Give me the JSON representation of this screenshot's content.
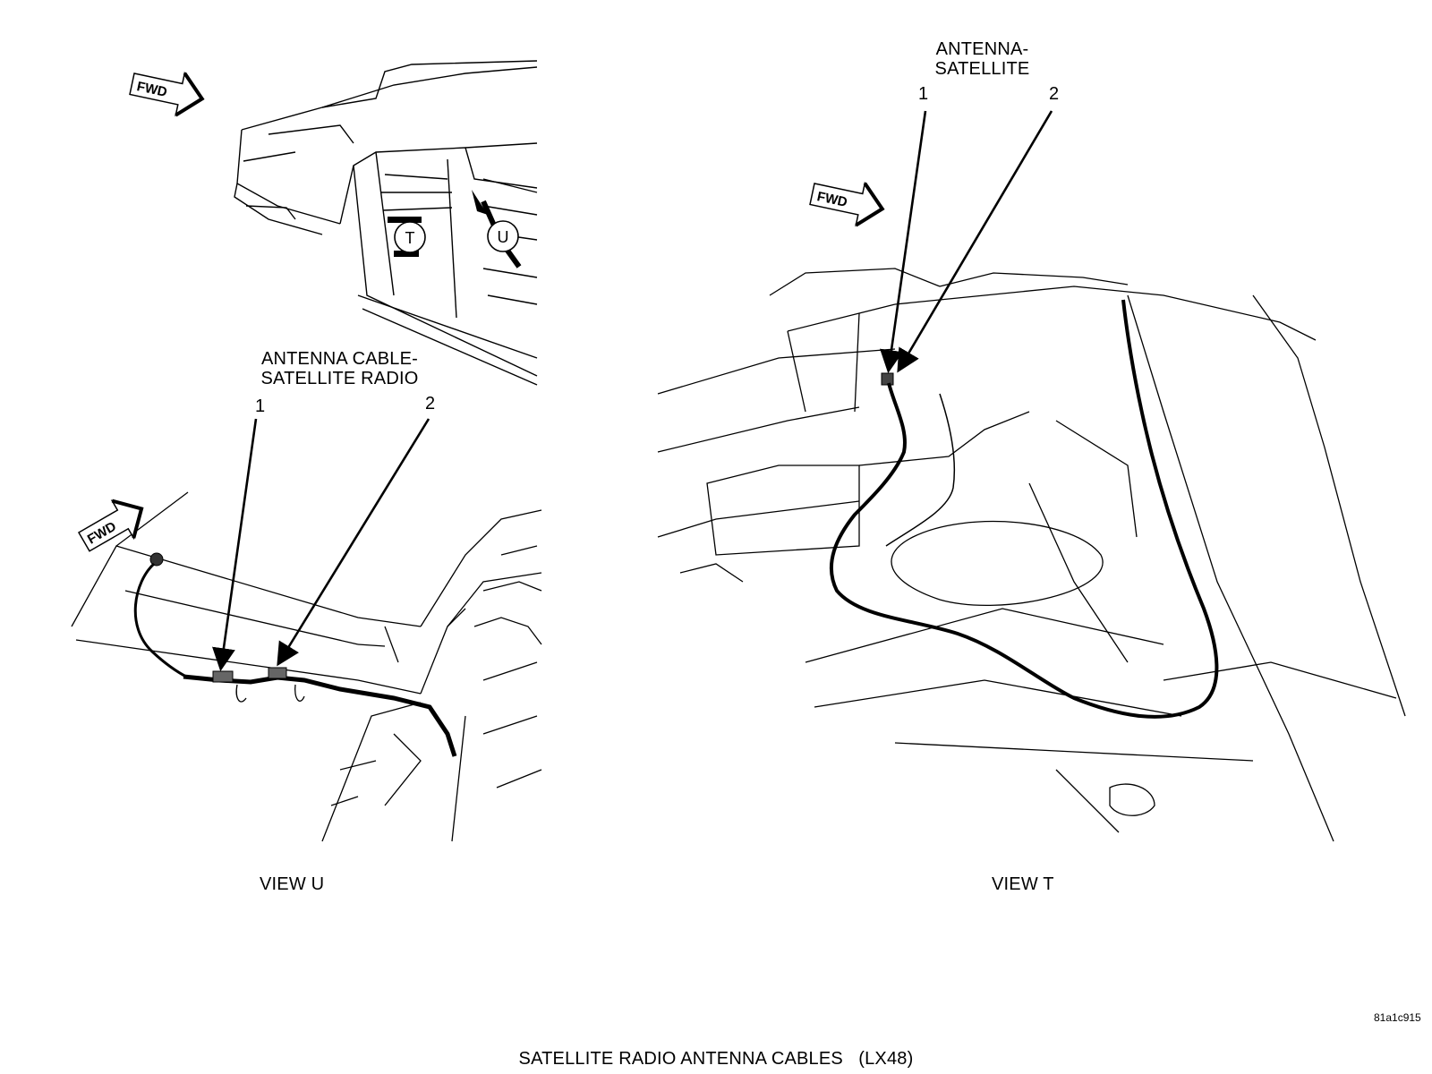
{
  "view_u": {
    "callout": "ANTENNA CABLE-\nSATELLITE RADIO",
    "callout_line1": "ANTENNA CABLE-",
    "callout_line2": "SATELLITE RADIO",
    "item1": "1",
    "item2": "2",
    "caption": "VIEW U",
    "locator_t": "T",
    "locator_u": "U"
  },
  "view_t": {
    "callout_line1": "ANTENNA-",
    "callout_line2": "SATELLITE",
    "item1": "1",
    "item2": "2",
    "caption": "VIEW T"
  },
  "fwd_label": "FWD",
  "figure_id": "81a1c915",
  "figure_title": "SATELLITE RADIO ANTENNA CABLES   (LX48)"
}
